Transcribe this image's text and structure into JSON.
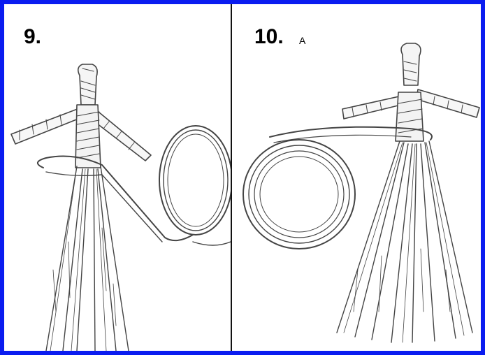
{
  "steps": [
    {
      "number": "9.",
      "sub_label": ""
    },
    {
      "number": "10.",
      "sub_label": "A"
    }
  ],
  "colors": {
    "frame_border": "#0a1cf0",
    "line_art": "#444444",
    "background": "#ffffff"
  }
}
